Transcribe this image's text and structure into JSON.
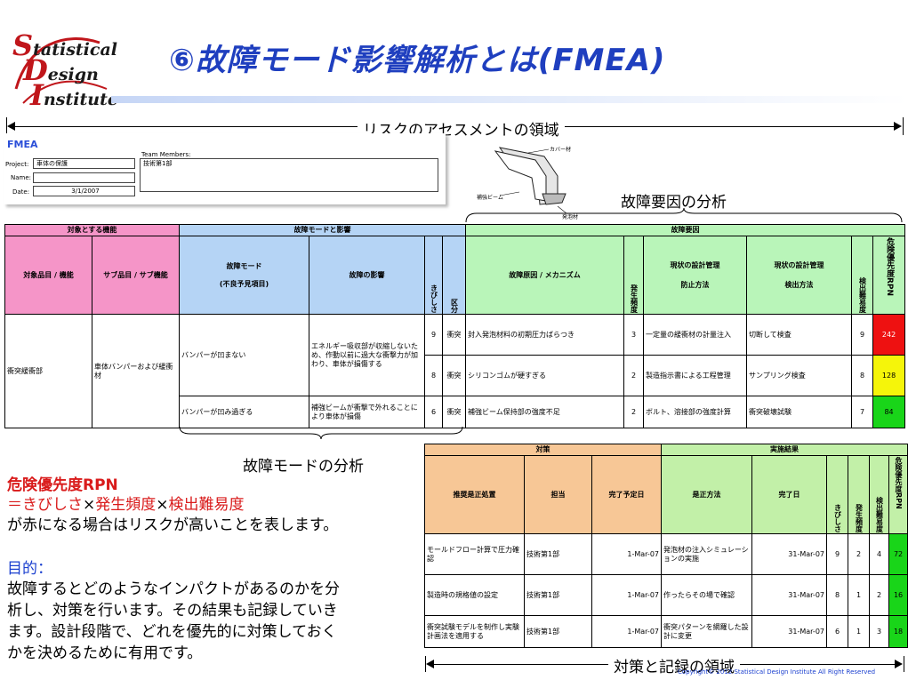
{
  "logo": {
    "s": "S",
    "tatistical": "tatistical",
    "d": "D",
    "esign": "esign",
    "i": "I",
    "nstitute": "nstitute"
  },
  "title": "⑥故障モード影響解析とは(FMEA)",
  "labels": {
    "risk_area": "リスクのアセスメントの領域",
    "cause_analysis": "故障要因の分析",
    "mode_analysis": "故障モードの分析",
    "action_area": "対策と記録の領域"
  },
  "fmea_header": {
    "title": "FMEA",
    "project_label": "Project:",
    "project_value": "車体の保護",
    "name_label": "Name:",
    "name_value": "",
    "date_label": "Date:",
    "date_value": "3/1/2007",
    "team_label": "Team Members:",
    "team_value": "技術第1部"
  },
  "diagram": {
    "cover": "カバー材",
    "beam": "補強ビーム",
    "foam": "発泡材"
  },
  "main_table": {
    "groups": {
      "function": "対象とする機能",
      "mode": "故障モードと影響",
      "cause": "故障要因"
    },
    "headers": {
      "item": "対象品目 / 機能",
      "sub": "サブ品目 / サブ機能",
      "mode": "故障モード",
      "mode_sub": "(不良予見項目)",
      "effect": "故障の影響",
      "severity": "きびしさ",
      "class": "区分",
      "cause": "故障原因 / メカニズム",
      "occurrence": "発生頻度",
      "prevent": "現状の設計管理",
      "prevent_sub": "防止方法",
      "detect": "現状の設計管理",
      "detect_sub": "検出方法",
      "detection": "検出難易度",
      "rpn": "危険優先度RPN"
    },
    "item": "衝突緩衝部",
    "sub": "車体バンパーおよび緩衝材",
    "rows": [
      {
        "mode": "バンパーが凹まない",
        "effect": "エネルギー吸収部が収縮しないため、作動以前に過大な衝撃力が加わり、車体が損傷する",
        "sev": "9",
        "cls": "衝突",
        "cause": "封入発泡材料の初期圧力ばらつき",
        "occ": "3",
        "prevent": "一定量の緩衝材の計量注入",
        "detect": "切断して検査",
        "det": "9",
        "rpn": "242"
      },
      {
        "sev": "8",
        "cls": "衝突",
        "cause": "シリコンゴムが硬すぎる",
        "occ": "2",
        "prevent": "製造指示書による工程管理",
        "detect": "サンプリング検査",
        "det": "8",
        "rpn": "128"
      },
      {
        "mode": "バンパーが凹み過ぎる",
        "effect": "補強ビームが衝撃で外れることにより車体が損傷",
        "sev": "6",
        "cls": "衝突",
        "cause": "補強ビーム保持部の強度不足",
        "occ": "2",
        "prevent": "ボルト、溶接部の強度計算",
        "detect": "衝突破壊試験",
        "det": "7",
        "rpn": "84"
      }
    ]
  },
  "action_table": {
    "groups": {
      "action": "対策",
      "result": "実施結果"
    },
    "headers": {
      "recommended": "推奨是正処置",
      "owner": "担当",
      "due": "完了予定日",
      "taken": "是正方法",
      "done": "完了日",
      "severity": "きびしさ",
      "occurrence": "発生頻度",
      "detection": "検出難易度",
      "rpn": "危険優先度RPN"
    },
    "rows": [
      {
        "recommended": "モールドフロー計算で圧力確認",
        "owner": "技術第1部",
        "due": "1-Mar-07",
        "taken": "発泡材の注入シミュレーションの実施",
        "done": "31-Mar-07",
        "sev": "9",
        "occ": "2",
        "det": "4",
        "rpn": "72"
      },
      {
        "recommended": "製造時の規格値の設定",
        "owner": "技術第1部",
        "due": "1-Mar-07",
        "taken": "作ったらその場で確認",
        "done": "31-Mar-07",
        "sev": "8",
        "occ": "1",
        "det": "2",
        "rpn": "16"
      },
      {
        "recommended": "衝突試験モデルを制作し実験計画法を適用する",
        "owner": "技術第1部",
        "due": "1-Mar-07",
        "taken": "衝突パターンを網羅した設計に変更",
        "done": "31-Mar-07",
        "sev": "6",
        "occ": "1",
        "det": "3",
        "rpn": "18"
      }
    ]
  },
  "explanation": {
    "rpn_title": "危険優先度RPN",
    "formula_eq": "＝",
    "formula_a": "きびしさ",
    "times1": "×",
    "formula_b": "発生頻度",
    "times2": "×",
    "formula_c": "検出難易度",
    "rpn_note": "が赤になる場合はリスクが高いことを表します。",
    "purpose_title": "目的：",
    "purpose_lines": [
      "故障するとどのようなインパクトがあるのかを分",
      "析し、対策を行います。その結果も記録していき",
      "ます。設計段階で、どれを優先的に対策しておく",
      "かを決めるために有用です。"
    ]
  },
  "copyright": "Copyright© 2012 Statistical Design Institute All Right Reserved",
  "colors": {
    "title": "#1f3fbf",
    "accent_red": "#d91b1b",
    "rpn_high": "#ee1111",
    "rpn_mid": "#f5f50a",
    "rpn_low": "#19d519"
  }
}
